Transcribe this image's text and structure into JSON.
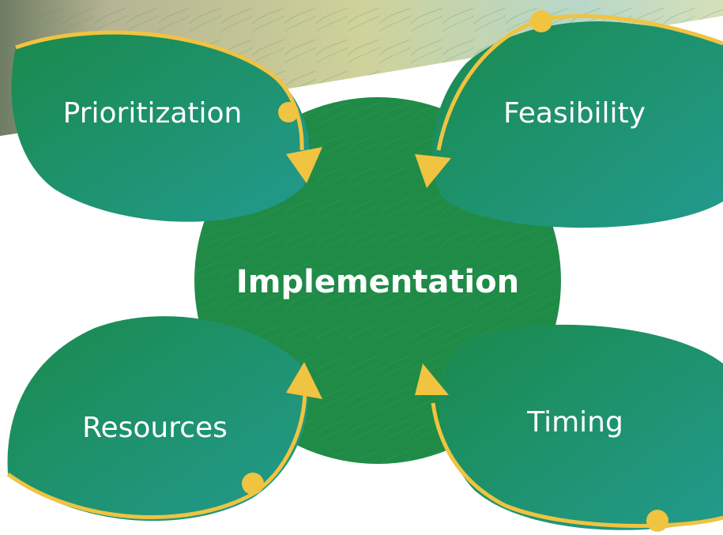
{
  "center": {
    "label": "Implementation"
  },
  "leaves": {
    "top_left": {
      "label": "Prioritization"
    },
    "top_right": {
      "label": "Feasibility"
    },
    "bottom_left": {
      "label": "Resources"
    },
    "bottom_right": {
      "label": "Timing"
    }
  },
  "colors": {
    "circle": "#1f8b47",
    "leaf_start": "#1a8a4c",
    "leaf_end": "#229a8e",
    "accent": "#f0c341",
    "banner": "#cbc78f"
  }
}
